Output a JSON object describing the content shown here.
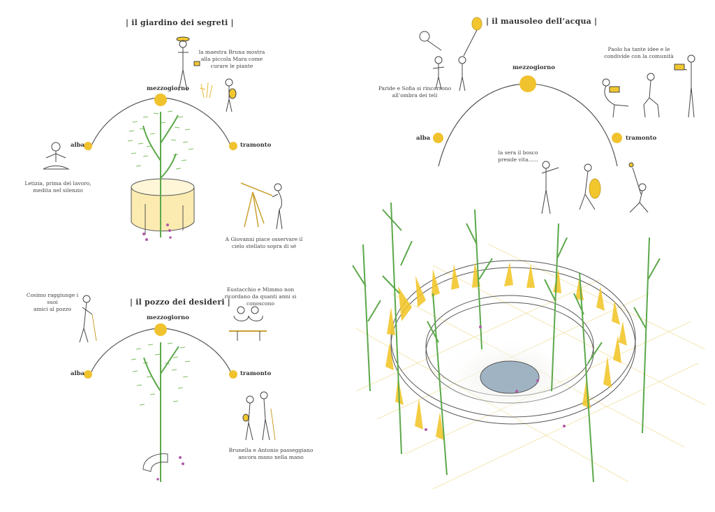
{
  "colors": {
    "sun": "#F0C22E",
    "foliage": "#5BA84A",
    "fabric": "#F2C72E",
    "water": "#9FB3C3",
    "line": "#555555"
  },
  "giardino": {
    "title": "|  il giardino dei segreti  |",
    "mezzogiorno": "mezzogiorno",
    "alba": "alba",
    "tramonto": "tramonto",
    "cap_bruna": [
      "la maestra Bruna mostra",
      "alla piccola Mara come",
      "curare le piante"
    ],
    "cap_letizia": [
      "Letizia, prima del lavoro,",
      "medita nel silenzio"
    ],
    "cap_giovanni": [
      "A Giovanni piace osservare il",
      "cielo stellato sopra di sé"
    ]
  },
  "pozzo": {
    "title": "|  il pozzo dei desideri  |",
    "mezzogiorno": "mezzogiorno",
    "alba": "alba",
    "tramonto": "tramonto",
    "cap_cosimo": [
      "Cosimo raggiunge i suoi",
      "amici al pozzo"
    ],
    "cap_eustacchio": [
      "Eustacchio e Mimmo non",
      "ricordano da quanti anni si",
      "conoscono"
    ],
    "cap_brunella": [
      "Brunella e Antonio passeggiano",
      "ancora mano nella mano"
    ]
  },
  "mausoleo": {
    "title": "|  il mausoleo dell’acqua  |",
    "mezzogiorno": "mezzogiorno",
    "alba": "alba",
    "tramonto": "tramonto",
    "cap_paride": [
      "Paride e Sofia si rincorrono",
      "all’ombra dei teli"
    ],
    "cap_paolo": [
      "Paolo ha tante idee e le",
      "condivide con la comunità"
    ],
    "cap_sera": [
      "la sera il bosco",
      "prende vita......"
    ]
  }
}
